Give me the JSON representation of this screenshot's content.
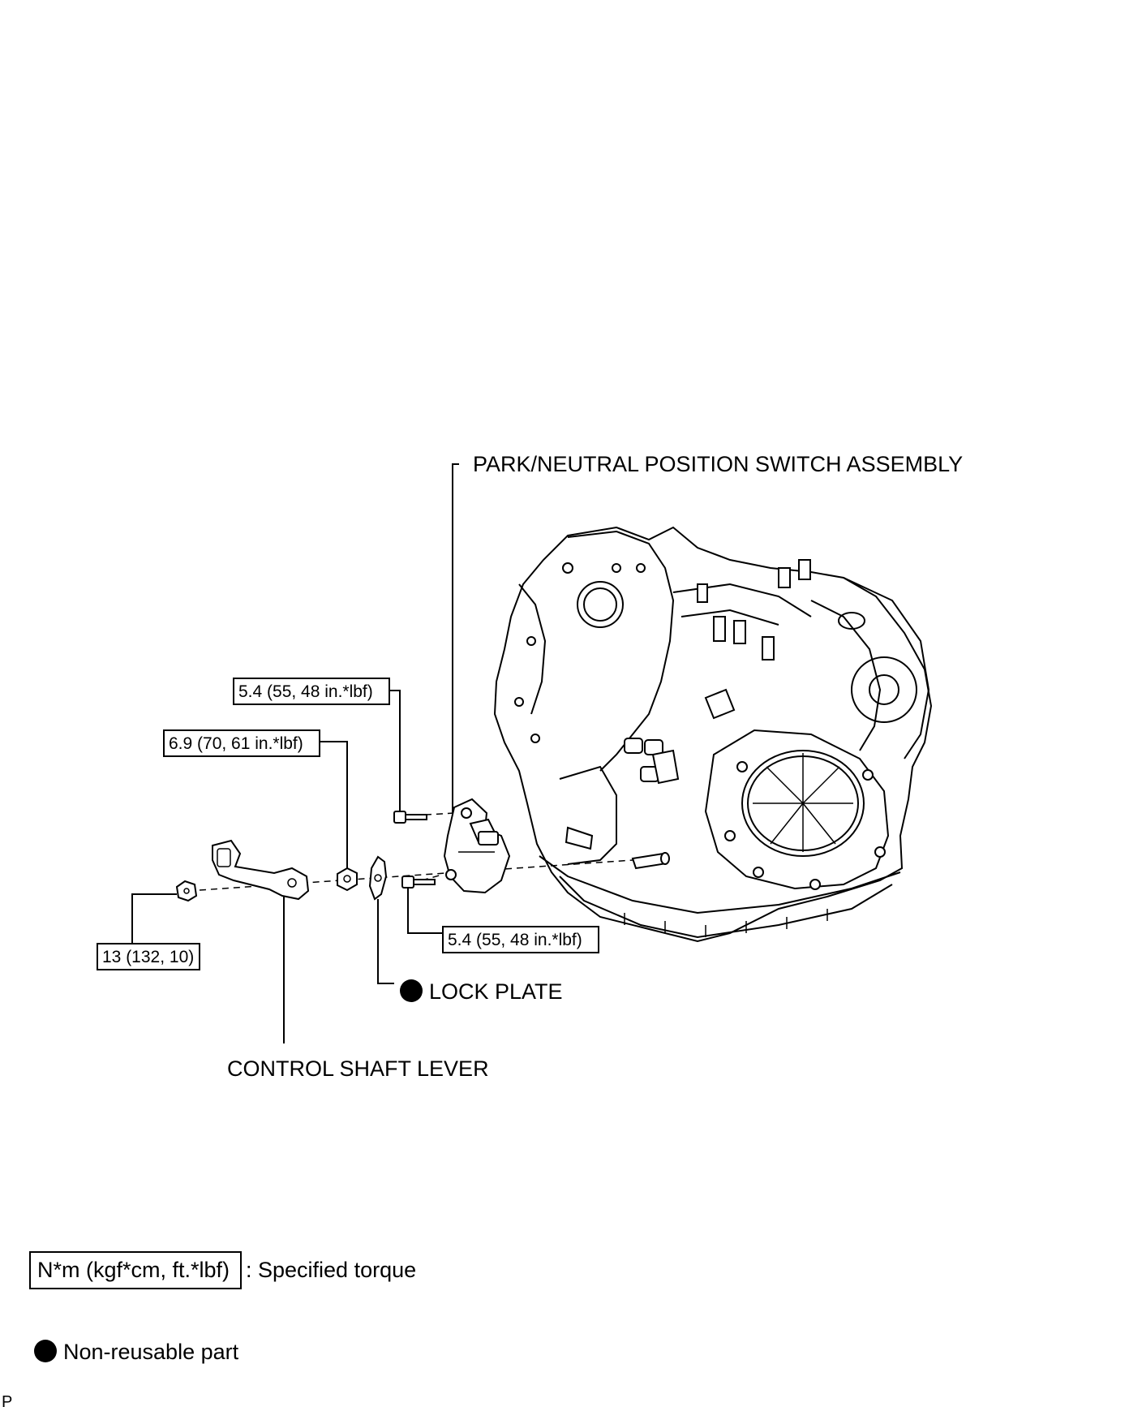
{
  "labels": {
    "pn_switch": "PARK/NEUTRAL POSITION SWITCH ASSEMBLY",
    "lock_plate": "LOCK PLATE",
    "control_shaft_lever": "CONTROL SHAFT LEVER"
  },
  "torques": {
    "upper_bolt": "5.4 (55, 48 in.*lbf)",
    "lower_bolt": "5.4 (55, 48 in.*lbf)",
    "nut": "6.9 (70, 61 in.*lbf)",
    "lever_nut": "13 (132, 10)"
  },
  "legend": {
    "torque_unit": "N*m (kgf*cm, ft.*lbf)",
    "torque_desc": ": Specified torque",
    "nonreusable_desc": "Non-reusable part"
  },
  "footer": {
    "code": "P"
  }
}
